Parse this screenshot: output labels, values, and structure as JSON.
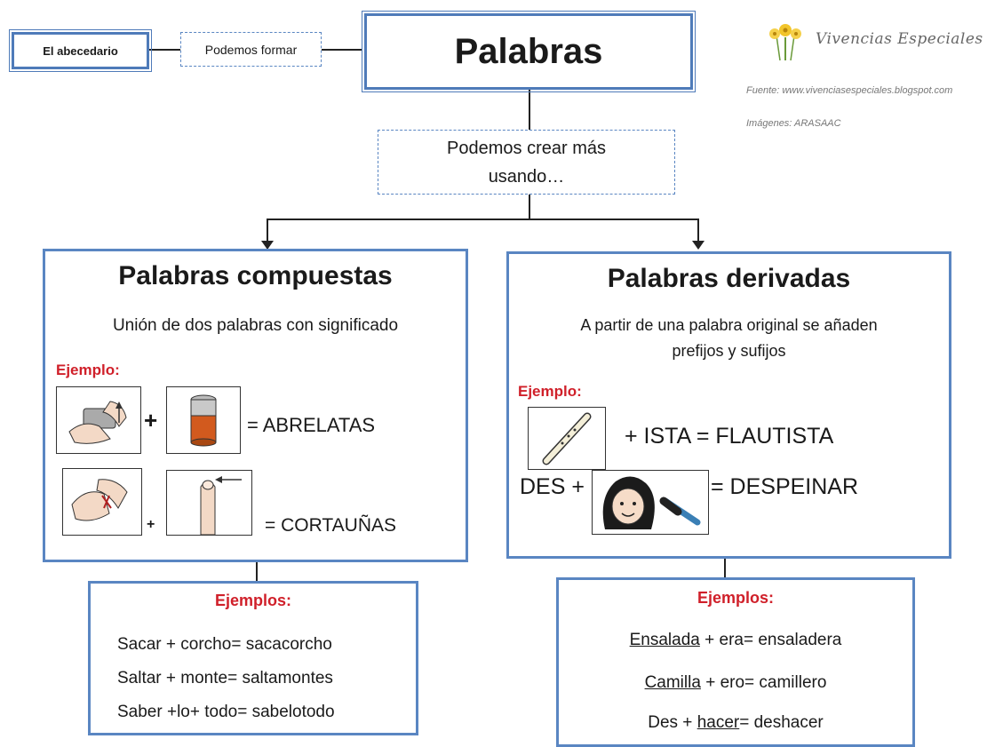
{
  "nodes": {
    "abecedario": "El abecedario",
    "podemos_formar": "Podemos formar",
    "title": "Palabras",
    "podemos_crear": "Podemos crear más usando…"
  },
  "branding": {
    "logo_text": "Vivencias Especiales",
    "source": "Fuente: www.vivenciasespeciales.blogspot.com",
    "images": "Imágenes: ARASAAC"
  },
  "compuestas": {
    "title": "Palabras compuestas",
    "definition": "Unión de dos palabras con significado",
    "example_label": "Ejemplo:",
    "plus": "+",
    "eq1": "= ABRELATAS",
    "eq2": "= CORTAUÑAS",
    "examples_title": "Ejemplos:",
    "examples": [
      "Sacar + corcho= sacacorcho",
      "Saltar + monte= saltamontes",
      "Saber +lo+ todo= sabelotodo"
    ]
  },
  "derivadas": {
    "title": "Palabras derivadas",
    "definition_l1": "A partir de una palabra original se añaden",
    "definition_l2": "prefijos y sufijos",
    "example_label": "Ejemplo:",
    "eq1": "+ ISTA = FLAUTISTA",
    "des": "DES +",
    "eq2": "= DESPEINAR",
    "examples_title": "Ejemplos:",
    "examples": [
      {
        "root": "Ensalada",
        "rest": " + era= ensaladera"
      },
      {
        "root": "Camilla",
        "rest": " + ero= camillero"
      },
      {
        "pre": "Des + ",
        "root": "hacer",
        "rest": "= deshacer"
      }
    ]
  },
  "colors": {
    "border": "#5a86c2",
    "accent": "#d0202a"
  }
}
